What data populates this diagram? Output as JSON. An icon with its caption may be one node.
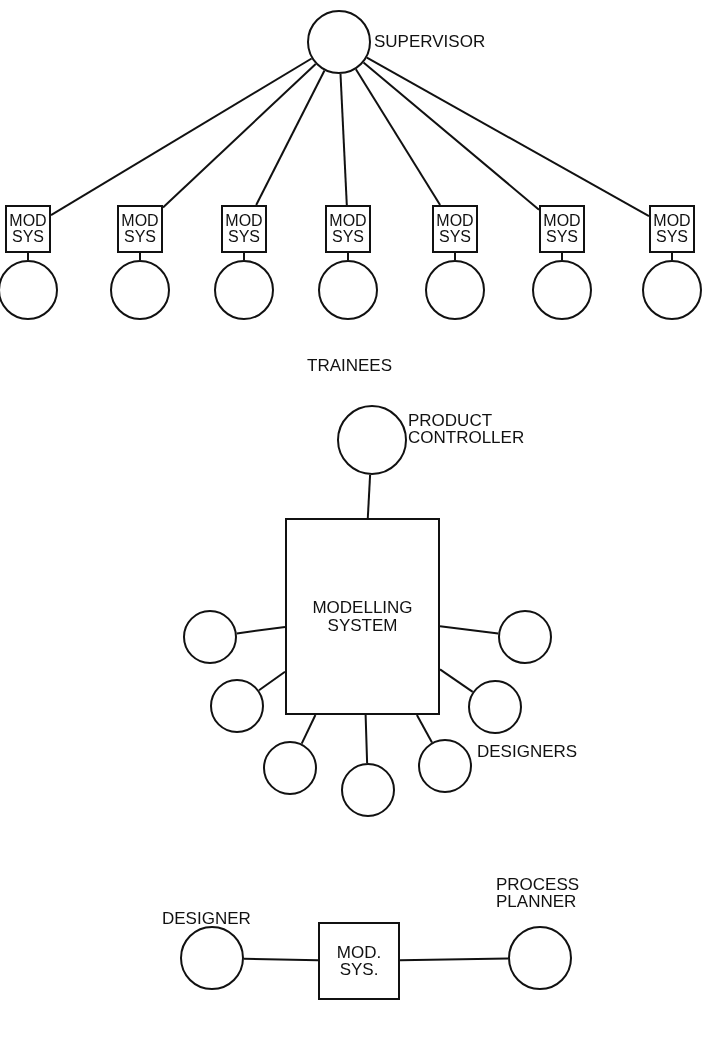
{
  "diagram": {
    "nodes": [
      {
        "text": [
          "SUPERVISOR"
        ]
      },
      {
        "text": [
          "MOD SYS"
        ]
      },
      {
        "text": [
          "MOD SYS"
        ]
      },
      {
        "text": [
          "MOD SYS"
        ]
      },
      {
        "text": [
          "MOD SYS"
        ]
      },
      {
        "text": [
          "MOD SYS"
        ]
      },
      {
        "text": [
          "MOD SYS"
        ]
      },
      {
        "text": [
          "MOD SYS"
        ]
      },
      {
        "text": [],
        "shape": "circle"
      },
      {
        "text": [],
        "shape": "circle"
      },
      {
        "text": [],
        "shape": "circle"
      },
      {
        "text": [],
        "shape": "circle"
      },
      {
        "text": [],
        "shape": "circle"
      },
      {
        "text": [],
        "shape": "circle"
      },
      {
        "text": [],
        "shape": "circle"
      },
      {
        "text": [
          "PRODUCT CONTROLLER"
        ]
      },
      {
        "text": [
          "MODELLING SYSTEM"
        ]
      },
      {
        "text": [],
        "shape": "circle"
      },
      {
        "text": [],
        "shape": "circle"
      },
      {
        "text": [],
        "shape": "circle"
      },
      {
        "text": [],
        "shape": "circle"
      },
      {
        "text": [],
        "shape": "circle"
      },
      {
        "text": [],
        "shape": "circle"
      },
      {
        "text": [],
        "shape": "circle"
      },
      {
        "text": [
          "DESIGNER"
        ]
      },
      {
        "text": [
          "MOD. SYS."
        ]
      },
      {
        "text": [
          "PROCESS PLANNER"
        ]
      }
    ],
    "edges": [
      {
        "from": 0,
        "to": 1,
        "arrow": "none"
      },
      {
        "from": 0,
        "to": 2,
        "arrow": "none"
      },
      {
        "from": 0,
        "to": 3,
        "arrow": "none"
      },
      {
        "from": 0,
        "to": 4,
        "arrow": "none"
      },
      {
        "from": 0,
        "to": 5,
        "arrow": "none"
      },
      {
        "from": 0,
        "to": 6,
        "arrow": "none"
      },
      {
        "from": 0,
        "to": 7,
        "arrow": "none"
      },
      {
        "from": 1,
        "to": 8,
        "arrow": "none"
      },
      {
        "from": 2,
        "to": 9,
        "arrow": "none"
      },
      {
        "from": 3,
        "to": 10,
        "arrow": "none"
      },
      {
        "from": 4,
        "to": 11,
        "arrow": "none"
      },
      {
        "from": 5,
        "to": 12,
        "arrow": "none"
      },
      {
        "from": 6,
        "to": 13,
        "arrow": "none"
      },
      {
        "from": 7,
        "to": 14,
        "arrow": "none"
      },
      {
        "from": 15,
        "to": 16,
        "arrow": "none"
      },
      {
        "from": 16,
        "to": 17,
        "arrow": "none"
      },
      {
        "from": 16,
        "to": 18,
        "arrow": "none"
      },
      {
        "from": 16,
        "to": 19,
        "arrow": "none"
      },
      {
        "from": 16,
        "to": 20,
        "arrow": "none"
      },
      {
        "from": 16,
        "to": 21,
        "arrow": "none"
      },
      {
        "from": 16,
        "to": 22,
        "arrow": "none"
      },
      {
        "from": 16,
        "to": 23,
        "arrow": "none"
      },
      {
        "from": 24,
        "to": 25,
        "arrow": "none"
      },
      {
        "from": 25,
        "to": 26,
        "arrow": "none"
      }
    ],
    "labels": [
      "TRAINEES",
      "DESIGNERS"
    ]
  }
}
